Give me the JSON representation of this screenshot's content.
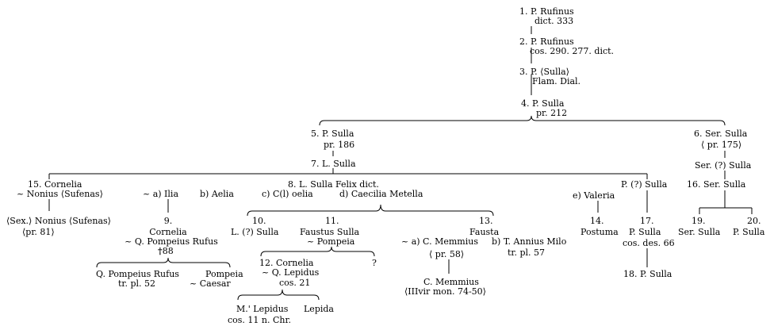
{
  "persons": {
    "p1": {
      "name": "1. P. Rufinus",
      "desc": "dict. 333"
    },
    "p2": {
      "name": "2. P. Rufinus",
      "desc": "cos. 290. 277. dict."
    },
    "p3": {
      "name": "3. P. ⟨Sulla⟩",
      "desc": "Flam. Dial."
    },
    "p4": {
      "name": "4. P. Sulla",
      "desc": "pr. 212"
    },
    "p5": {
      "name": "5. P. Sulla",
      "desc": "pr. 186"
    },
    "p6": {
      "name": "6. Ser. Sulla",
      "desc": "⟨ pr. 175⟩"
    },
    "p7": {
      "name": "7. L. Sulla"
    },
    "p8": {
      "name": "8. L. Sulla Felix dict."
    },
    "ser_q": {
      "name": "Ser. (?) Sulla"
    },
    "p15": {
      "name": "15. Cornelia",
      "spouse": "~ Nonius ⟨Sufenas⟩"
    },
    "wa": {
      "name": "~ a) Ilia"
    },
    "wb": {
      "name": "b) Aelia"
    },
    "wc": {
      "name": "c) C(l) oelia"
    },
    "wd": {
      "name": "d) Caecilia Metella"
    },
    "we": {
      "name": "e) Valeria"
    },
    "pq": {
      "name": "P. (?) Sulla"
    },
    "p16": {
      "name": "16. Ser. Sulla"
    },
    "sex": {
      "name": "⟨Sex.⟩ Nonius ⟨Sufenas⟩",
      "desc": "⟨pr. 81⟩"
    },
    "p9": {
      "num": "9.",
      "name": "Cornelia",
      "spouse": "~ Q. Pompeius Rufus",
      "death": "88"
    },
    "p10": {
      "num": "10.",
      "name": "L. (?) Sulla"
    },
    "p11": {
      "num": "11.",
      "name": "Faustus Sulla",
      "spouse": "~ Pompeia"
    },
    "p13": {
      "num": "13.",
      "name": "Fausta"
    },
    "h_a": {
      "name": "~ a) C. Memmius",
      "desc": "⟨ pr. 58⟩"
    },
    "h_b": {
      "name": "b) T. Annius Milo",
      "desc": "tr. pl. 57"
    },
    "p14": {
      "num": "14.",
      "name": "Postuma"
    },
    "p17": {
      "num": "17.",
      "name": "P. Sulla",
      "desc": "cos. des. 66"
    },
    "p19": {
      "num": "19.",
      "name": "Ser. Sulla"
    },
    "p20": {
      "num": "20.",
      "name": "P. Sulla"
    },
    "qpr": {
      "name": "Q. Pompeius Rufus",
      "desc": "tr. pl. 52"
    },
    "pompeia": {
      "name": "Pompeia",
      "spouse": "~ Caesar"
    },
    "p12": {
      "name": "12. Cornelia",
      "spouse": "~ Q. Lepidus",
      "desc": "cos. 21"
    },
    "unk": {
      "name": "?"
    },
    "memmius_c": {
      "name": "C. Memmius",
      "desc": "⟨IIIvir mon. 74-50⟩"
    },
    "p18": {
      "name": "18. P. Sulla"
    },
    "mlep": {
      "name": "M.' Lepidus",
      "desc": "cos. 11 n. Chr."
    },
    "lepida": {
      "name": "Lepida"
    }
  },
  "symbols": {
    "death": "†"
  }
}
